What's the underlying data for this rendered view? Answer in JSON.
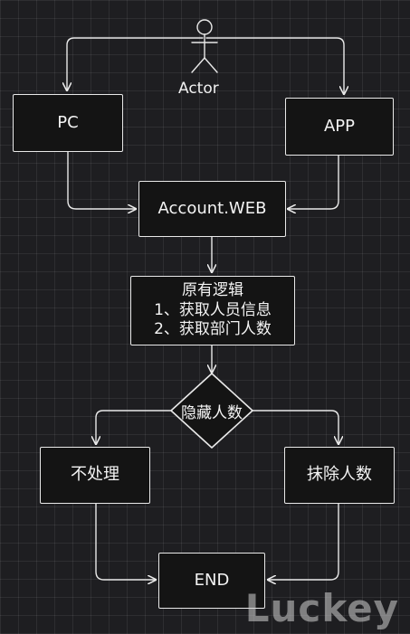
{
  "diagram": {
    "actor": {
      "label": "Actor"
    },
    "nodes": {
      "pc": "PC",
      "app": "APP",
      "account_web": "Account.WEB",
      "logic": {
        "title": "原有逻辑",
        "step1": "1、获取人员信息",
        "step2": "2、获取部门人数"
      },
      "decision": "隐藏人数",
      "no_process": "不处理",
      "erase_count": "抹除人数",
      "end": "END"
    }
  },
  "watermark": "Luckey"
}
